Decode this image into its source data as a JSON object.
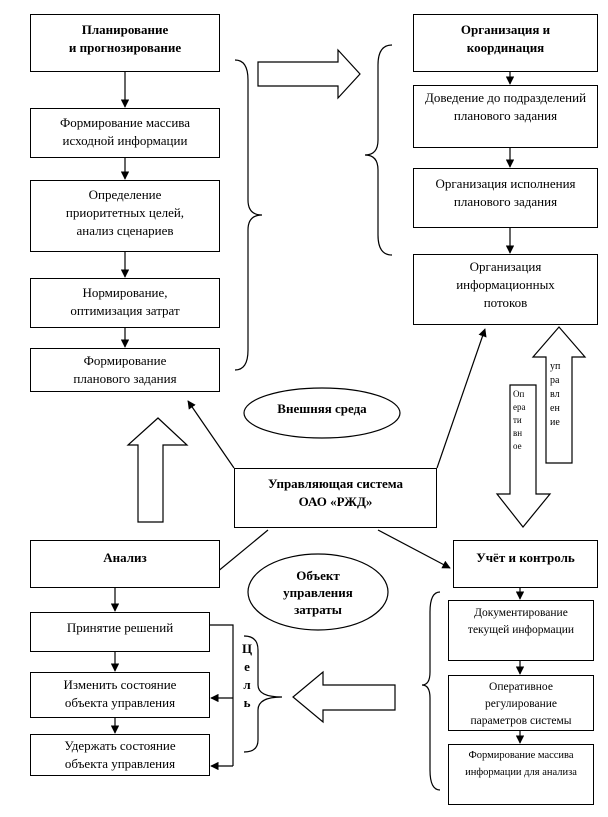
{
  "planning": {
    "title": "Планирование\nи прогнозирование",
    "steps": [
      "Формирование массива исходной информации",
      "Определение приоритетных целей, анализ сценариев",
      "Нормирование, оптимизация затрат",
      "Формирование планового задания"
    ]
  },
  "organization": {
    "title": "Организация и координация",
    "steps": [
      "Доведение до подразделений планового задания",
      "Организация  исполнения планового задания",
      "Организация информационных потоков"
    ]
  },
  "external_env": "Внешняя среда",
  "control_system": "Управляющая система\nОАО «РЖД»",
  "analysis": {
    "title": "Анализ",
    "steps": [
      "Принятие решений",
      "Изменить состояние объекта управления",
      "Удержать состояние объекта управления"
    ]
  },
  "object": "Объект\nуправления\nзатраты",
  "accounting": {
    "title": "Учёт и контроль",
    "steps": [
      "Документирование текущей информации",
      "Оперативное регулирование параметров системы",
      "Формирование массива информации для анализа"
    ]
  },
  "goal_label": "Ц\nе\nл\nь",
  "arrow_up_label": "уп\nра\nвл\nен\nие",
  "arrow_down_label": "Оп\nера\nти\nвн\nое"
}
